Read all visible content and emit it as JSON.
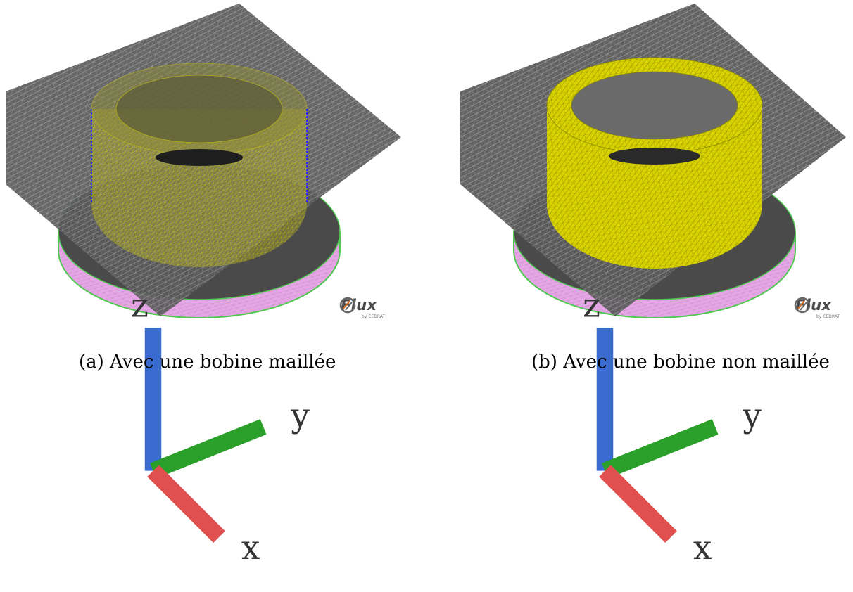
{
  "figure": {
    "panels": [
      {
        "caption": "(a) Avec une bobine maillée",
        "coil": "meshed-transparent",
        "logo_text": "Flux",
        "logo_sub": "by CEDRAT"
      },
      {
        "caption": "(b) Avec une bobine non maillée",
        "coil": "solid-yellow",
        "logo_text": "Flux",
        "logo_sub": "by CEDRAT"
      }
    ],
    "axes_labels": {
      "x": "x",
      "y": "y",
      "z": "z"
    },
    "colors": {
      "plate": "#5a5a5a",
      "mesh_line": "#a8a8a8",
      "coil_yellow": "#d9d400",
      "disk": "#e8a8e8",
      "disk_edge": "#4fc94f",
      "coil_edge_blue": "#2a2aff"
    }
  }
}
